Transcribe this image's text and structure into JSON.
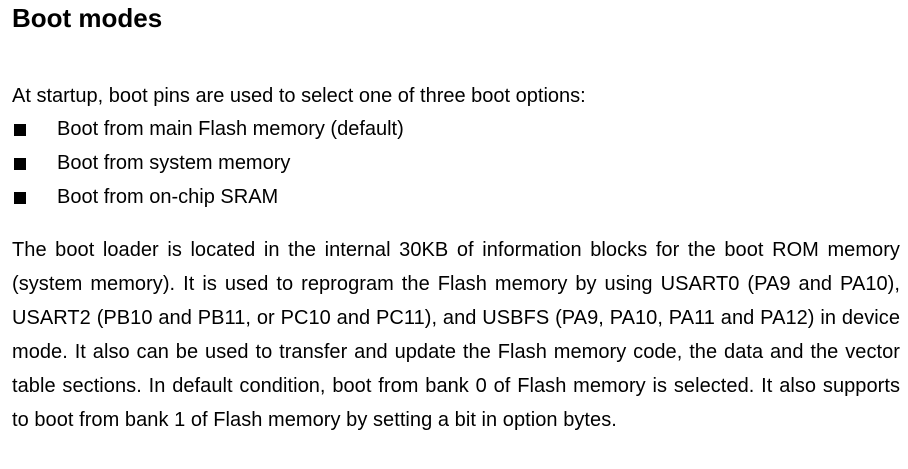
{
  "section": {
    "title": "Boot modes",
    "intro": "At startup, boot pins are used to select one of three boot options:",
    "options": [
      "Boot from main Flash memory (default)",
      "Boot from system memory",
      "Boot from on-chip SRAM"
    ],
    "body": "The boot loader is located in the internal 30KB of information blocks for the boot ROM memory (system memory). It is used to reprogram the Flash memory by using USART0 (PA9 and PA10), USART2 (PB10 and PB11, or PC10 and PC11), and USBFS (PA9, PA10, PA11 and PA12) in device mode. It also can be used to transfer and update the Flash memory code, the data and the vector table sections. In default condition, boot from bank 0 of Flash memory is selected. It also supports to boot from bank 1 of Flash memory by setting a bit in option bytes."
  }
}
